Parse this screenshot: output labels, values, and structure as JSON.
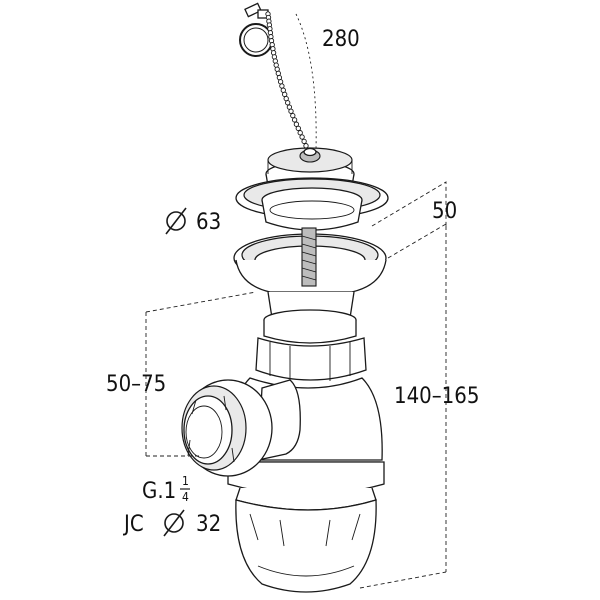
{
  "labels": {
    "chain_length": "280",
    "plug_diameter": "63",
    "plug_height": "50",
    "inlet_height": "50–75",
    "total_height": "140–165",
    "thread": "G.1",
    "thread_frac_num": "1",
    "thread_frac_den": "4",
    "joint_prefix": "JC",
    "joint_diameter": "32"
  },
  "icons": {
    "diameter": "diameter-symbol-icon"
  },
  "colors": {
    "line": "#1a1a1a",
    "fill": "#ffffff",
    "shade": "#e9e9e9"
  }
}
